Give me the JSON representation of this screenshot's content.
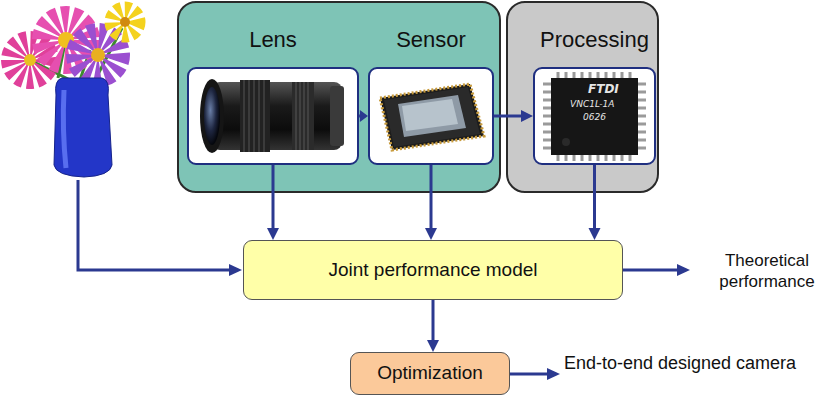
{
  "diagram": {
    "nodes": [
      {
        "text": [
          "Lens"
        ]
      },
      {
        "text": [
          "Sensor"
        ]
      },
      {
        "text": [
          "Processing"
        ]
      },
      {
        "text": [
          "Joint performance model"
        ]
      },
      {
        "text": [
          "Optimization"
        ]
      }
    ],
    "edges": [
      {
        "from": 0,
        "to": 1,
        "arrow": "to"
      },
      {
        "from": 1,
        "to": 2,
        "arrow": "to"
      },
      {
        "from": 0,
        "to": 3,
        "arrow": "to"
      },
      {
        "from": 1,
        "to": 3,
        "arrow": "to"
      },
      {
        "from": 2,
        "to": 3,
        "arrow": "to"
      },
      {
        "from": 3,
        "to": 4,
        "arrow": "to"
      }
    ],
    "labels": [
      "Theoretical performance",
      "End-to-end designed camera",
      "FTDI",
      "VNC1L-1A",
      "0626"
    ]
  }
}
